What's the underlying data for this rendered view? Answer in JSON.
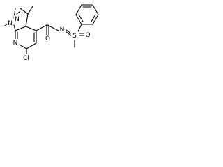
{
  "atom_labels": {
    "n_pyrazole_top": "N",
    "n_pyrazole_left": "N",
    "n_pyridine": "N",
    "chlorine": "Cl",
    "carbonyl_oxygen": "O",
    "imine_nitrogen": "N",
    "sulfur": "S",
    "sulfoxide_oxygen": "O"
  }
}
